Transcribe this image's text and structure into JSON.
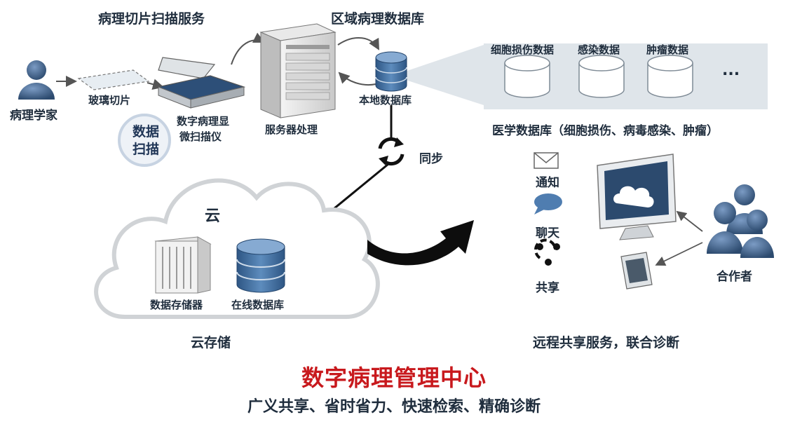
{
  "colors": {
    "title_red": "#c8191d",
    "dark_blue": "#2c4a6e",
    "db_blue": "#3f6a98",
    "text": "#1f2d3d"
  },
  "icons": [
    "pathologist-icon",
    "glass-slide-icon",
    "scanner-icon",
    "server-icon",
    "database-icon",
    "sync-icon",
    "cloud-icon",
    "storage-rack-icon",
    "envelope-icon",
    "chat-bubble-icon",
    "share-icon",
    "monitor-icon",
    "tablet-icon",
    "collaborators-icon",
    "curved-arrow-icon"
  ],
  "labels": {
    "scan_service": "病理切片扫描服务",
    "regional_db": "区域病理数据库",
    "pathologist": "病理学家",
    "glass_slide": "玻璃切片",
    "scanner_line1": "数字病理显",
    "scanner_line2": "微扫描仪",
    "data_scan_line1": "数据",
    "data_scan_line2": "扫描",
    "server_processing": "服务器处理",
    "local_db": "本地数据库",
    "sync": "同步",
    "cell_injury_data": "细胞损伤数据",
    "infection_data": "感染数据",
    "tumor_data": "肿瘤数据",
    "ellipsis": "...",
    "medical_db": "医学数据库（细胞损伤、病毒感染、肿瘤）",
    "cloud": "云",
    "data_storage": "数据存储器",
    "online_db": "在线数据库",
    "cloud_storage": "云存储",
    "notify": "通知",
    "chat": "聊天",
    "share": "共享",
    "collaborators": "合作者",
    "remote_sharing": "远程共享服务，联合诊断",
    "center_title": "数字病理管理中心",
    "center_subtitle": "广义共享、省时省力、快速检索、精确诊断"
  }
}
